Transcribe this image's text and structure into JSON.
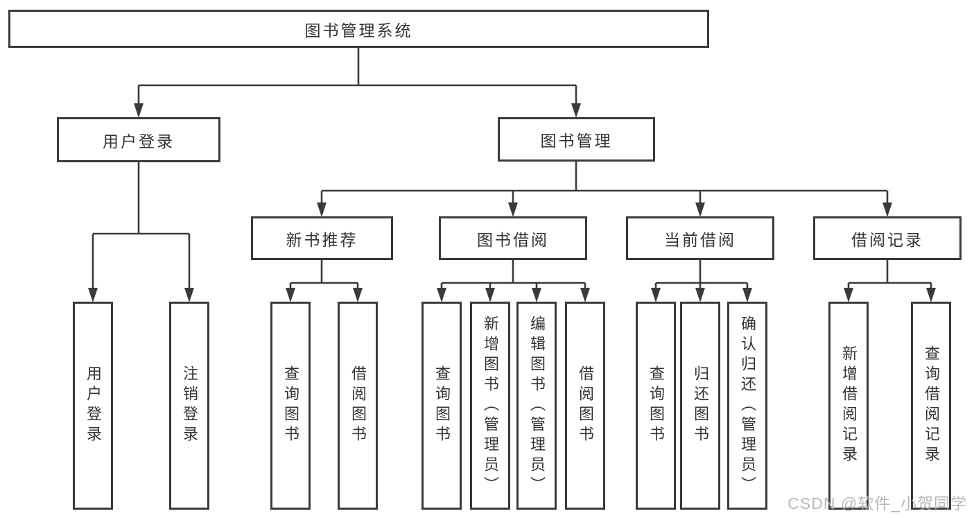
{
  "diagram": {
    "title": "图书管理系统",
    "tree": {
      "label": "图书管理系统",
      "children": [
        {
          "label": "用户登录",
          "children": [
            {
              "label": "用户登录"
            },
            {
              "label": "注销登录"
            }
          ]
        },
        {
          "label": "图书管理",
          "children": [
            {
              "label": "新书推荐",
              "children": [
                {
                  "label": "查询图书"
                },
                {
                  "label": "借阅图书"
                }
              ]
            },
            {
              "label": "图书借阅",
              "children": [
                {
                  "label": "查询图书"
                },
                {
                  "label": "新增图书（管理员）"
                },
                {
                  "label": "编辑图书（管理员）"
                },
                {
                  "label": "借阅图书"
                }
              ]
            },
            {
              "label": "当前借阅",
              "children": [
                {
                  "label": "查询图书"
                },
                {
                  "label": "归还图书"
                },
                {
                  "label": "确认归还（管理员）"
                }
              ]
            },
            {
              "label": "借阅记录",
              "children": [
                {
                  "label": "新增借阅记录"
                },
                {
                  "label": "查询借阅记录"
                }
              ]
            }
          ]
        }
      ]
    }
  },
  "watermark": "CSDN @软件_小贺同学",
  "colors": {
    "line": "#3a3a3a",
    "box_border": "#3a3a3a",
    "text": "#333333",
    "watermark": "#afafaf",
    "background": "#ffffff"
  }
}
